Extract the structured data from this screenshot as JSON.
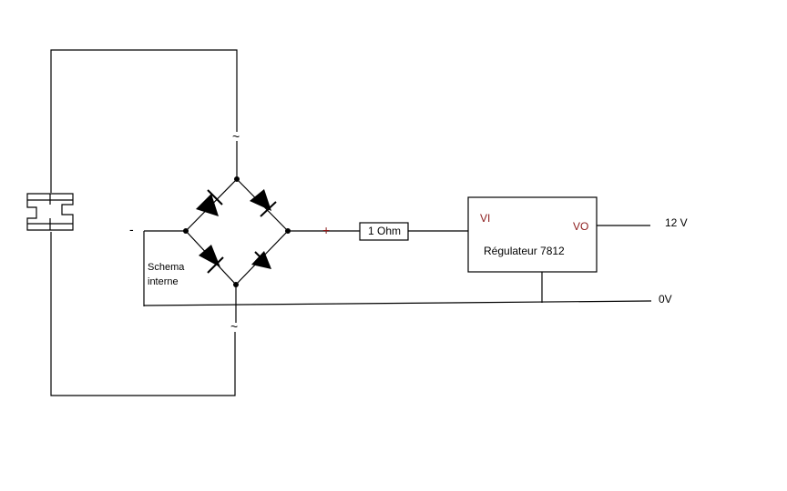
{
  "diagram": {
    "labels": {
      "ac_top": "~",
      "ac_bottom": "~",
      "minus": "-",
      "plus": "+",
      "internal_schema_line1": "Schema",
      "internal_schema_line2": "interne",
      "resistor": "1 Ohm",
      "regulator_name": "Régulateur 7812",
      "regulator_input": "VI",
      "regulator_output": "VO",
      "output_voltage": "12 V",
      "ground": "0V"
    }
  }
}
